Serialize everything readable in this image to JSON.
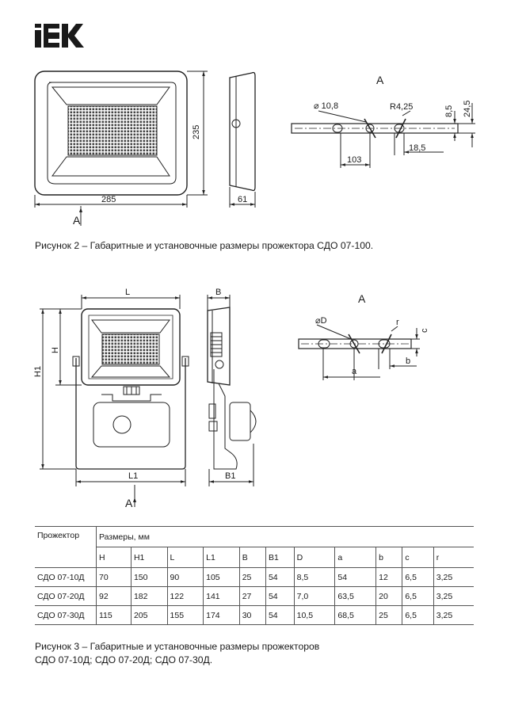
{
  "brand": {
    "logo": "IEK",
    "color": "#1a1a1a"
  },
  "figure2": {
    "front_dims": {
      "width": "285",
      "height": "235",
      "view": "A"
    },
    "side_dims": {
      "depth": "61"
    },
    "bracket": {
      "view": "A",
      "hole": "⌀ 10,8",
      "radius": "R4,25",
      "dim_103": "103",
      "dim_18_5": "18,5",
      "dim_8_5": "8,5",
      "dim_24_5": "24,5"
    },
    "caption": "Рисунок 2 – Габаритные и установочные размеры прожектора СДО 07-100."
  },
  "figure3": {
    "front_dims": {
      "L": "L",
      "L1": "L1",
      "H": "H",
      "H1": "H1",
      "view": "A"
    },
    "side_dims": {
      "B": "B",
      "B1": "B1"
    },
    "bracket": {
      "view": "A",
      "hole": "⌀D",
      "r": "r",
      "c": "c",
      "a": "a",
      "b": "b"
    },
    "caption_line1": "Рисунок 3 – Габаритные и установочные размеры прожекторов",
    "caption_line2": "СДО 07-10Д; СДО 07-20Д; СДО 07-30Д."
  },
  "table": {
    "col_product": "Прожектор",
    "group_header": "Размеры, мм",
    "columns": [
      "H",
      "H1",
      "L",
      "L1",
      "B",
      "B1",
      "D",
      "a",
      "b",
      "c",
      "r"
    ],
    "rows": [
      {
        "name": "СДО 07-10Д",
        "values": [
          "70",
          "150",
          "90",
          "105",
          "25",
          "54",
          "8,5",
          "54",
          "12",
          "6,5",
          "3,25"
        ]
      },
      {
        "name": "СДО 07-20Д",
        "values": [
          "92",
          "182",
          "122",
          "141",
          "27",
          "54",
          "7,0",
          "63,5",
          "20",
          "6,5",
          "3,25"
        ]
      },
      {
        "name": "СДО 07-30Д",
        "values": [
          "115",
          "205",
          "155",
          "174",
          "30",
          "54",
          "10,5",
          "68,5",
          "25",
          "6,5",
          "3,25"
        ]
      }
    ]
  }
}
